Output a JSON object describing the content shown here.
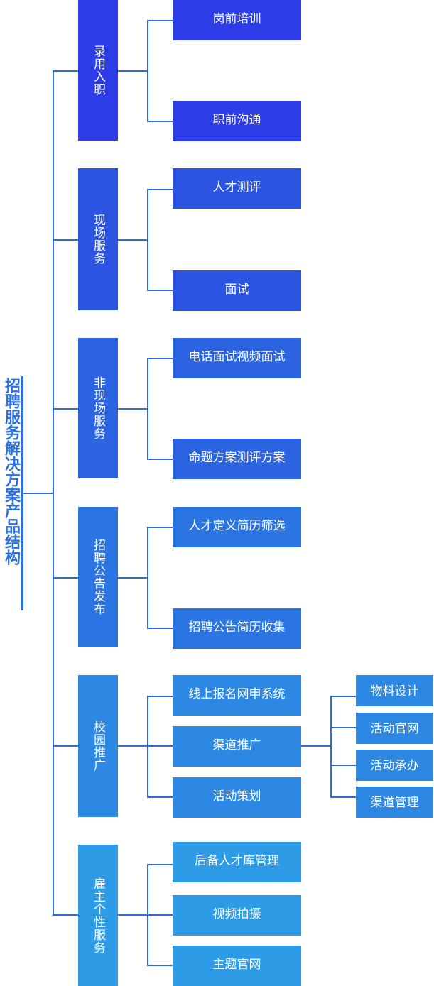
{
  "title": "招聘服务解决方案产品结构",
  "colors": {
    "title": "#2b6fe0",
    "connector": "#2e6fd6",
    "group1": "#2c3ce6",
    "group2": "#2c54e3",
    "group3": "#2b63e0",
    "group4": "#2b75e2",
    "group5": "#2d88e4",
    "group6": "#2e9be6"
  },
  "categories": [
    {
      "label": "录用入职",
      "items": [
        "岗前培训",
        "职前沟通"
      ]
    },
    {
      "label": "现场服务",
      "items": [
        "人才测评",
        "面试"
      ]
    },
    {
      "label": "非现场服务",
      "items": [
        "电话面试视频面试",
        "命题方案测评方案"
      ]
    },
    {
      "label": "招聘公告发布",
      "items": [
        "人才定义简历筛选",
        "招聘公告简历收集"
      ]
    },
    {
      "label": "校园推广",
      "items": [
        "线上报名网申系统",
        "渠道推广",
        "活动策划"
      ],
      "sub_items": [
        "物料设计",
        "活动官网",
        "活动承办",
        "渠道管理"
      ]
    },
    {
      "label": "雇主个性服务",
      "items": [
        "后备人才库管理",
        "视频拍摄",
        "主题官网"
      ]
    }
  ]
}
